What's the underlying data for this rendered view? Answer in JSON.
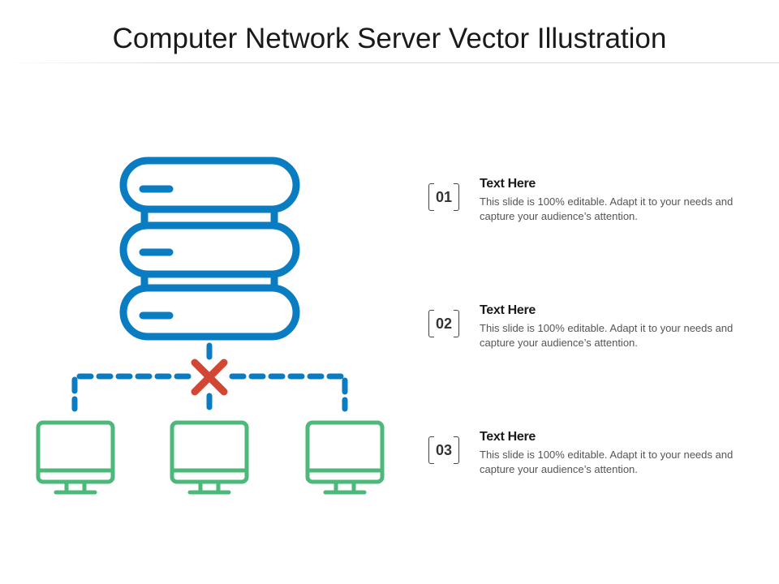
{
  "title": "Computer Network Server Vector Illustration",
  "colors": {
    "server": "#0A7CC1",
    "link": "#0A7CC1",
    "error": "#D14734",
    "monitor": "#4CB87A"
  },
  "items": [
    {
      "number": "01",
      "heading": "Text Here",
      "body": "This slide is 100% editable. Adapt it to your needs and capture your audience’s attention."
    },
    {
      "number": "02",
      "heading": "Text Here",
      "body": "This slide is 100% editable. Adapt it to your needs and capture your audience’s attention."
    },
    {
      "number": "03",
      "heading": "Text Here",
      "body": "This slide is 100% editable. Adapt it to your needs and capture your audience’s attention."
    }
  ]
}
